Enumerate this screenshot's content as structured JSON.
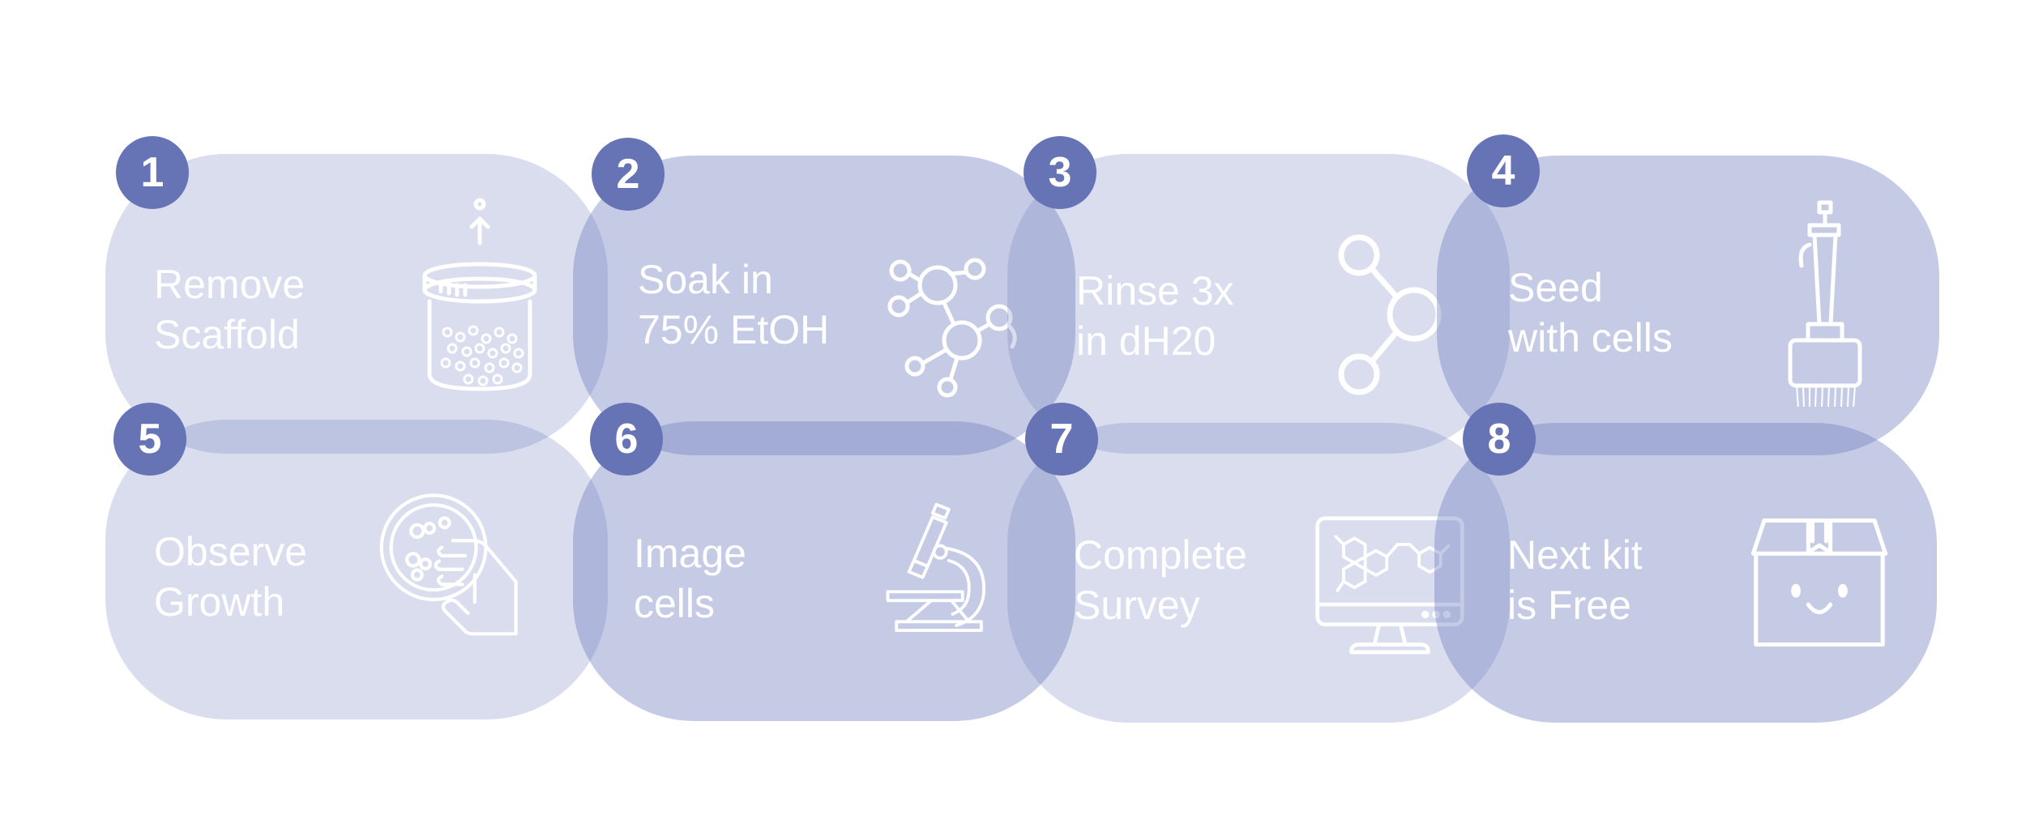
{
  "steps": [
    {
      "number": "1",
      "label": "Remove\nScaffold",
      "icon": "scaffold-jar-icon"
    },
    {
      "number": "2",
      "label": "Soak in\n75% EtOH",
      "icon": "molecule-cluster-icon"
    },
    {
      "number": "3",
      "label": "Rinse 3x\nin dH20",
      "icon": "molecule-chain-icon"
    },
    {
      "number": "4",
      "label": "Seed\nwith cells",
      "icon": "multichannel-pipette-icon"
    },
    {
      "number": "5",
      "label": "Observe\nGrowth",
      "icon": "petri-dish-magnifier-icon"
    },
    {
      "number": "6",
      "label": "Image\ncells",
      "icon": "microscope-icon"
    },
    {
      "number": "7",
      "label": "Complete\nSurvey",
      "icon": "monitor-chemistry-icon"
    },
    {
      "number": "8",
      "label": "Next kit\nis Free",
      "icon": "smiling-box-icon"
    }
  ],
  "colors": {
    "card": "#d6daec",
    "card_dark": "#c0c6e2",
    "badge": "#6674b6",
    "text": "#ffffff"
  }
}
